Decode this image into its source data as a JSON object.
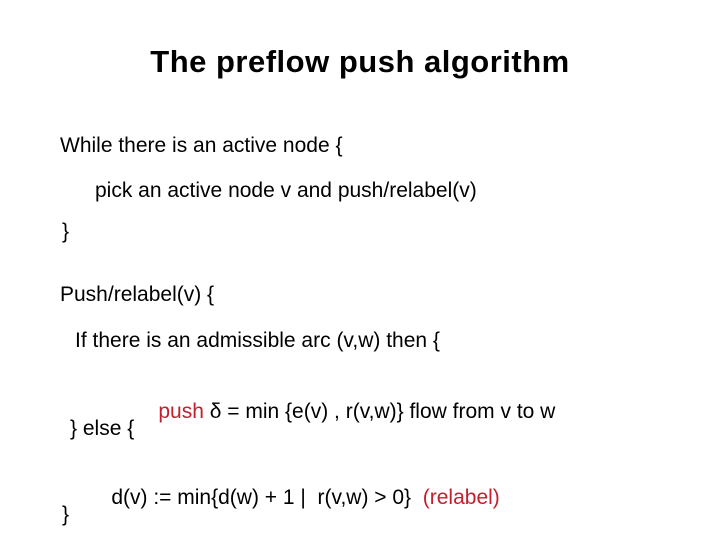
{
  "slide": {
    "title": "The preflow push algorithm",
    "colors": {
      "background": "#ffffff",
      "text": "#000000",
      "accent_red": "#c1202e"
    },
    "lines": {
      "while_open": "While there is an active node {",
      "pick": "pick an active node v and push/relabel(v)",
      "while_close": "}",
      "push_relabel_open": "Push/relabel(v) {",
      "if_admissible": "If there is an admissible arc (v,w) then {",
      "push_keyword": "push",
      "push_rest": " δ = min {e(v) , r(v,w)} flow from v to w",
      "else_line": "} else {",
      "relabel_formula": "d(v) := min{d(w) + 1 |  r(v,w) > 0}  ",
      "relabel_label": "(relabel)",
      "final_close": "}"
    }
  }
}
